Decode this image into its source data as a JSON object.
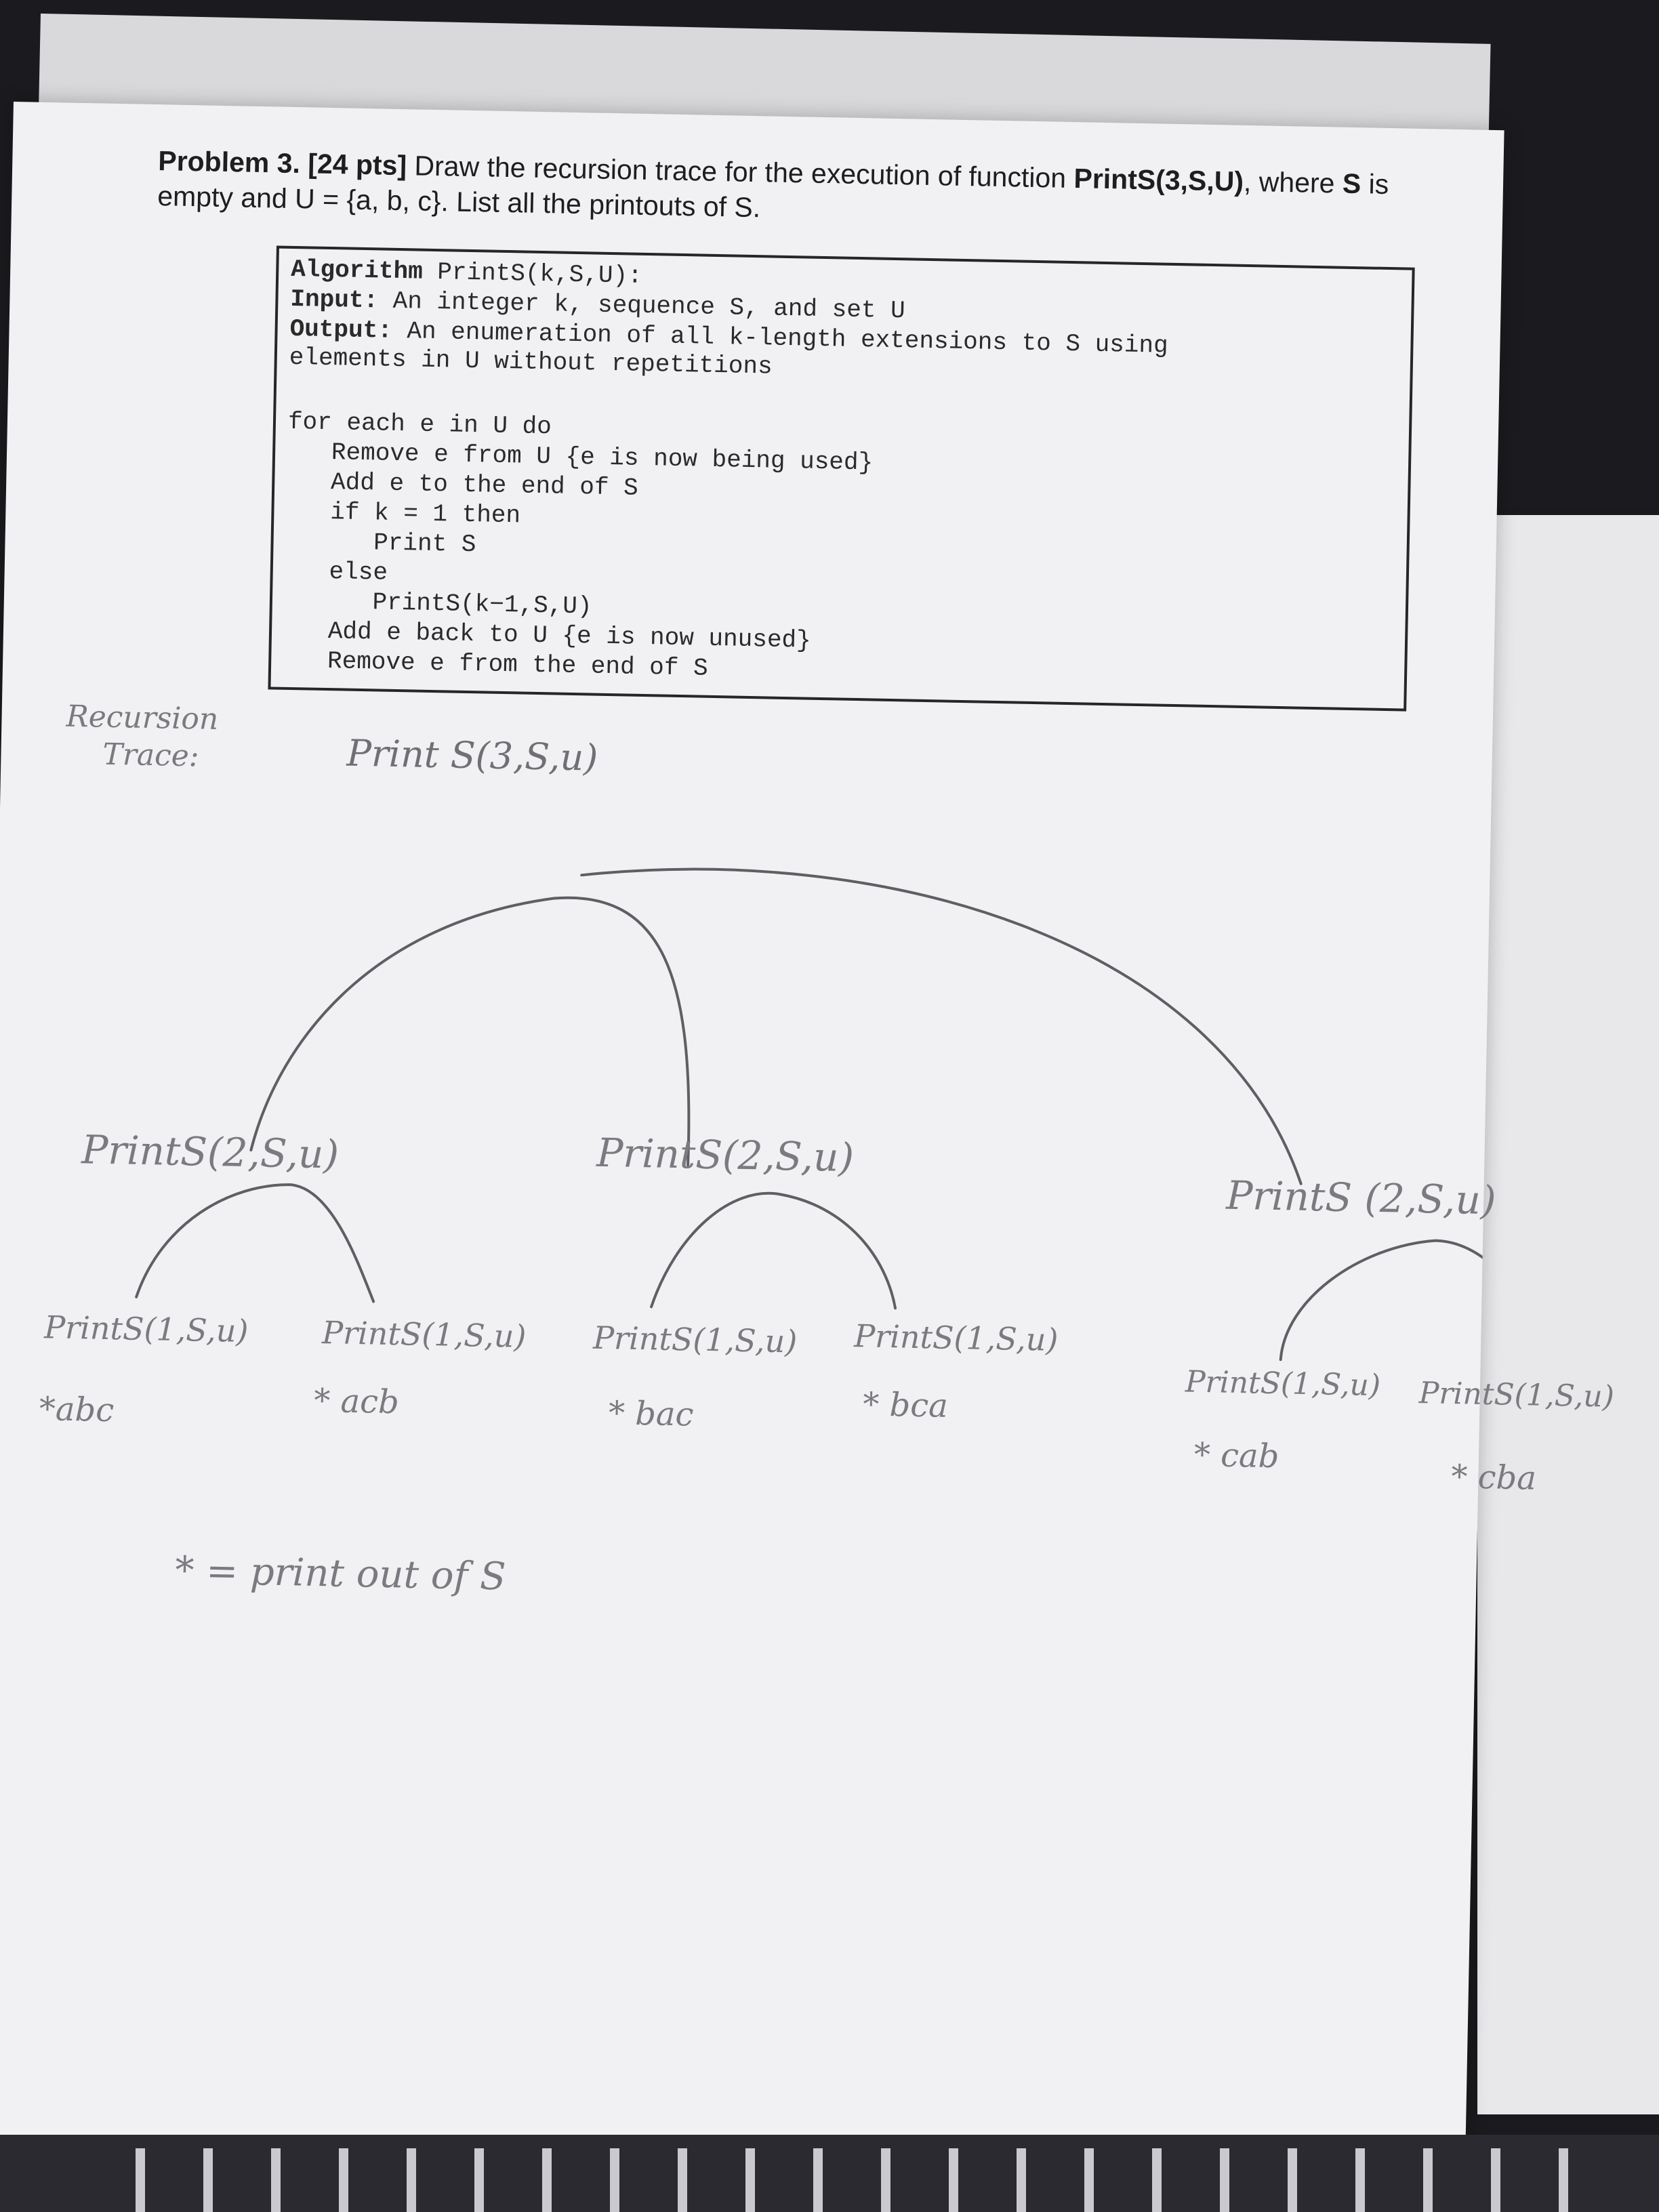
{
  "problem": {
    "label": "Problem 3.",
    "points": "[24 pts]",
    "text_1": "Draw the recursion trace for the execution of function",
    "call": "PrintS(3,S,U)",
    "text_2": ", where",
    "s_var": "S",
    "text_3": "is",
    "line2": "empty and U = {a, b, c}. List all the printouts of S."
  },
  "algorithm": {
    "header_keyword": "Algorithm",
    "header_rest": " PrintS(k,S,U):",
    "input_keyword": "Input:",
    "input_rest": " An integer k, sequence S, and set U",
    "output_keyword": "Output:",
    "output_rest": " An enumeration of all k-length extensions to S using",
    "output_cont": "elements in U without repetitions",
    "body": [
      "for each e in U do",
      "   Remove e from U {e is now being used}",
      "   Add e to the end of S",
      "   if k = 1 then",
      "      Print S",
      "   else",
      "      PrintS(k−1,S,U)",
      "   Add e back to U {e is now unused}",
      "   Remove e from the end of S"
    ]
  },
  "handwritten": {
    "trace_label_1": "Recursion",
    "trace_label_2": "Trace:",
    "root": "Print S(3,S,u)",
    "level2": [
      "PrintS(2,S,u)",
      "PrintS(2,S,u)",
      "PrintS (2,S,u)"
    ],
    "level3": [
      "PrintS(1,S,u)",
      "PrintS(1,S,u)",
      "PrintS(1,S,u)",
      "PrintS(1,S,u)",
      "PrintS(1,S,u)",
      "PrintS(1,S,u)"
    ],
    "printouts": [
      "*abc",
      "* acb",
      "* bac",
      "* bca",
      "* cab",
      "* cba"
    ],
    "legend": "* = print out of S"
  }
}
